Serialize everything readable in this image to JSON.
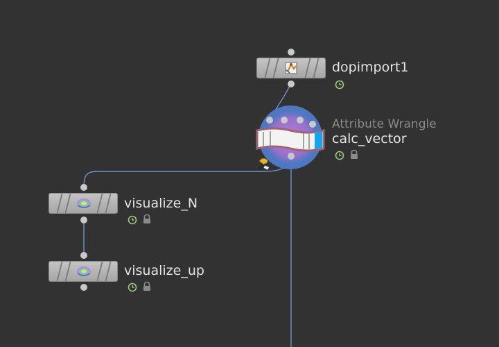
{
  "nodes": {
    "dopimport": {
      "name": "dopimport1",
      "icon": "dop-import-icon"
    },
    "calc_vector": {
      "type_label": "Attribute Wrangle",
      "name": "calc_vector",
      "icon": "attribute-wrangle-icon"
    },
    "visualize_n": {
      "name": "visualize_N",
      "icon": "visualize-icon"
    },
    "visualize_up": {
      "name": "visualize_up",
      "icon": "visualize-icon"
    }
  },
  "colors": {
    "background": "#323232",
    "wire": "#6f93c9",
    "node_gray": "#b5b5b5",
    "label": "#e4e4e4",
    "type_label": "#8a8a8a",
    "badge_green": "#9bc97a",
    "wrangle_glow_purple": "#b07fd0",
    "wrangle_glow_blue": "#4a73bb",
    "wrangle_flag_blue": "#14a6e8"
  }
}
